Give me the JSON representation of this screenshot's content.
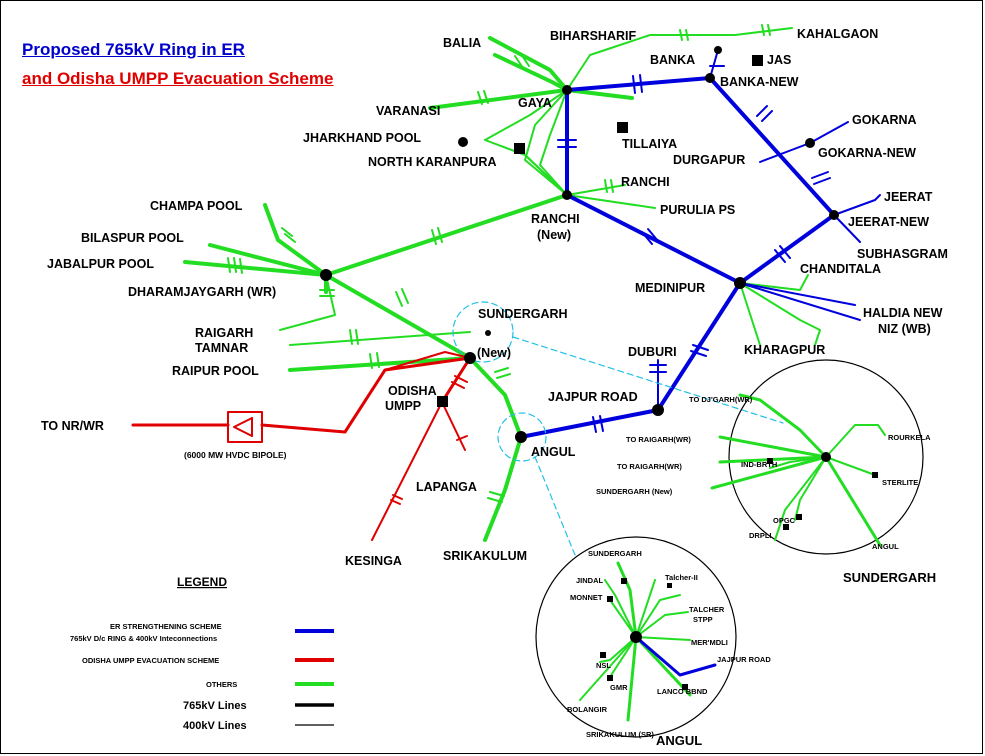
{
  "title": {
    "line1": "Proposed 765kV Ring in ER",
    "line2": "and Odisha UMPP Evacuation Scheme"
  },
  "colors": {
    "er_strengthening": "#0000dd",
    "odisha_umpp": "#e00000",
    "others": "#22dd22"
  },
  "nodes": {
    "balia": "BALIA",
    "biharsharif": "BIHARSHARIF",
    "kahalgaon": "KAHALGAON",
    "banka": "BANKA",
    "jas": "JAS",
    "banka_new": "BANKA-NEW",
    "varanasi": "VARANASI",
    "gaya": "GAYA",
    "tillaiya": "TILLAIYA",
    "jharkhand_pool": "JHARKHAND POOL",
    "north_karanpura": "NORTH KARANPURA",
    "gokarna": "GOKARNA",
    "gokarna_new": "GOKARNA-NEW",
    "durgapur": "DURGAPUR",
    "ranchi": "RANCHI",
    "purulia_ps": "PURULIA PS",
    "jeerat": "JEERAT",
    "jeerat_new": "JEERAT-NEW",
    "champa_pool": "CHAMPA POOL",
    "ranchi_new_1": "RANCHI",
    "ranchi_new_2": "(New)",
    "subhasgram": "SUBHASGRAM",
    "chanditala": "CHANDITALA",
    "bilaspur_pool": "BILASPUR POOL",
    "jabalpur_pool": "JABALPUR POOL",
    "dharamjaygarh": "DHARAMJAYGARH (WR)",
    "medinipur": "MEDINIPUR",
    "haldia_1": "HALDIA NEW",
    "haldia_2": "NIZ (WB)",
    "sundergarh": "SUNDERGARH",
    "sundergarh_new": "(New)",
    "raigarh": "RAIGARH",
    "tamnar": "TAMNAR",
    "kharagpur": "KHARAGPUR",
    "duburi": "DUBURI",
    "raipur_pool": "RAIPUR POOL",
    "odisha_umpp_1": "ODISHA",
    "odisha_umpp_2": "UMPP",
    "jajpur_road": "JAJPUR ROAD",
    "to_nr_wr": "TO NR/WR",
    "hvdc_bipole": "(6000 MW HVDC BIPOLE)",
    "angul": "ANGUL",
    "lapanga": "LAPANGA",
    "kesinga": "KESINGA",
    "srikakulum": "SRIKAKULUM"
  },
  "inset_sundergarh": {
    "title": "SUNDERGARH",
    "labels": {
      "to_djgarh": "TO DJ'GARH(WR)",
      "rourkela": "ROURKELA",
      "to_raigarh_1": "TO RAIGARH(WR)",
      "ind_brth": "IND-BRTH",
      "to_raigarh_2": "TO RAIGARH(WR)",
      "sterlite": "STERLITE",
      "sundergarh_new": "SUNDERGARH (New)",
      "opgc": "OPGC",
      "drpli": "DRPLI",
      "angul": "ANGUL"
    }
  },
  "inset_angul": {
    "title": "ANGUL",
    "labels": {
      "sundergarh": "SUNDERGARH",
      "jindal": "JINDAL",
      "talcher_ii": "Talcher-II",
      "monnet": "MONNET",
      "talcher_stpp_1": "TALCHER",
      "talcher_stpp_2": "STPP",
      "mer_mdli": "MER'MDLI",
      "nsl": "NSL",
      "jajpur_road": "JAJPUR ROAD",
      "gmr": "GMR",
      "lanco_bbnd": "LANCO BBND",
      "bolangir": "BOLANGIR",
      "srikakulum_sr": "SRIKAKULUM (SR)"
    }
  },
  "legend": {
    "title": "LEGEND",
    "items": [
      {
        "line1": "ER STRENGTHENING SCHEME",
        "line2": "765kV D/c RING & 400kV Inteconnections",
        "color": "#0000dd"
      },
      {
        "line1": "ODISHA UMPP EVACUATION SCHEME",
        "line2": "",
        "color": "#e00000"
      },
      {
        "line1": "OTHERS",
        "line2": "",
        "color": "#22dd22"
      }
    ],
    "line_types": [
      {
        "label": "765kV Lines",
        "style": "thick"
      },
      {
        "label": "400kV Lines",
        "style": "thin"
      }
    ]
  }
}
